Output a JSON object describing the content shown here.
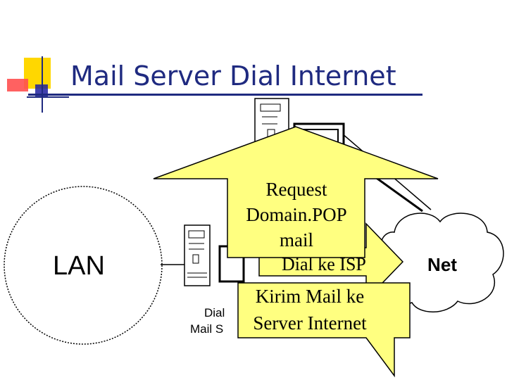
{
  "slide": {
    "title": "Mail Server Dial Internet"
  },
  "diagram": {
    "lan_label": "LAN",
    "internet_label": "Net",
    "isp_label": "Dial ke ISP",
    "server_caption_line1": "Dial",
    "server_caption_line2": "Mail S",
    "callout_request": [
      "Request",
      "Domain.POP",
      "mail"
    ],
    "callout_send": [
      "Kirim Mail ke",
      "Server Internet"
    ]
  },
  "colors": {
    "title": "#1f2a80",
    "callout_fill": "#ffff80",
    "deco_yellow": "#ffd700",
    "deco_red": "#ff3333",
    "deco_blue": "#2020a0",
    "line": "#000000"
  }
}
